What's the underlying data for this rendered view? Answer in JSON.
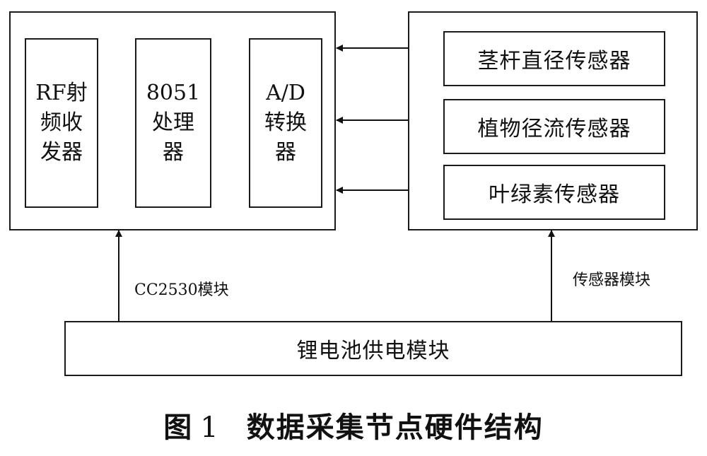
{
  "cc2530_module": {
    "label": "CC2530模块",
    "blocks": {
      "rf": "RF射\n频收\n发器",
      "cpu": "8051\n处理\n器",
      "adc": "A/D\n转换\n器"
    }
  },
  "sensor_module": {
    "label": "传感器模块",
    "sensors": [
      "茎杆直径传感器",
      "植物径流传感器",
      "叶绿素传感器"
    ]
  },
  "power_module": {
    "label": "锂电池供电模块"
  },
  "caption": {
    "prefix": "图",
    "number": "1",
    "title": "数据采集节点硬件结构"
  }
}
